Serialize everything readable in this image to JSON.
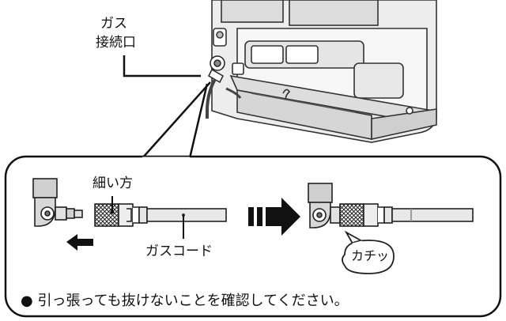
{
  "labels": {
    "gas_inlet_line1": "ガス",
    "gas_inlet_line2": "接続口",
    "thin_end": "細い方",
    "gas_cord": "ガスコード",
    "click_sound": "カチッ"
  },
  "instruction": {
    "bullet": "●",
    "text": "引っ張っても抜けないことを確認してください。"
  }
}
